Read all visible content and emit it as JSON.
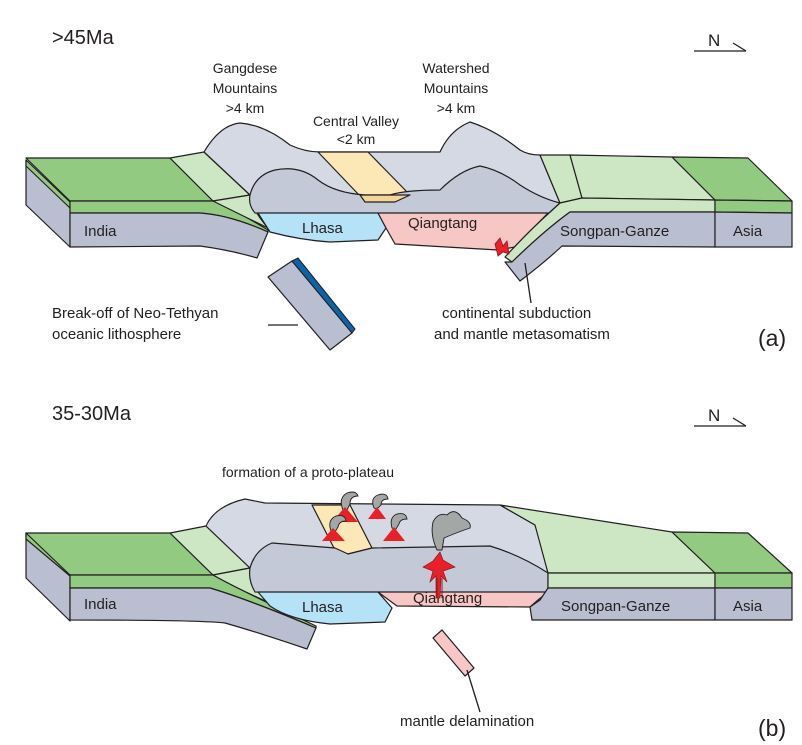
{
  "figure": {
    "colors": {
      "crust_top_green": "#92ca82",
      "crust_top_light_green": "#cde6c3",
      "lithosphere_gray": "#b9bfd0",
      "plateau_light_gray": "#d5d9e4",
      "plateau_mid_gray": "#c4c9d7",
      "lhasa_blue": "#b5e2f7",
      "qiangtang_pink": "#f7c7c5",
      "valley_yellow": "#fbe8b6",
      "oceanic_blue": "#0a64a8",
      "volcano_red": "#e8202a",
      "plume_gray": "#a3a8a6",
      "outline": "#231f20"
    },
    "panels": [
      {
        "id": "a",
        "age_label": ">45Ma",
        "panel_label": "(a)",
        "north_arrow": {
          "label": "N",
          "icon": "north-arrow-icon"
        },
        "terrain_labels": [
          {
            "lines": [
              "Gangdese",
              "Mountains",
              ">4 km"
            ]
          },
          {
            "lines": [
              "Central Valley",
              "<2 km"
            ]
          },
          {
            "lines": [
              "Watershed",
              "Mountains",
              ">4 km"
            ]
          }
        ],
        "block_labels": [
          "India",
          "Lhasa",
          "Qiangtang",
          "Songpan-Ganze",
          "Asia"
        ],
        "annotations": [
          {
            "lines": [
              "Break-off of Neo-Tethyan",
              "oceanic lithosphere"
            ]
          },
          {
            "lines": [
              "continental subduction",
              "and mantle metasomatism"
            ]
          }
        ]
      },
      {
        "id": "b",
        "age_label": "35-30Ma",
        "panel_label": "(b)",
        "north_arrow": {
          "label": "N",
          "icon": "north-arrow-icon"
        },
        "terrain_labels": [
          {
            "lines": [
              "formation of a proto-plateau"
            ]
          }
        ],
        "block_labels": [
          "India",
          "Lhasa",
          "Qiangtang",
          "Songpan-Ganze",
          "Asia"
        ],
        "annotations": [
          {
            "lines": [
              "mantle delamination"
            ]
          }
        ]
      }
    ]
  }
}
